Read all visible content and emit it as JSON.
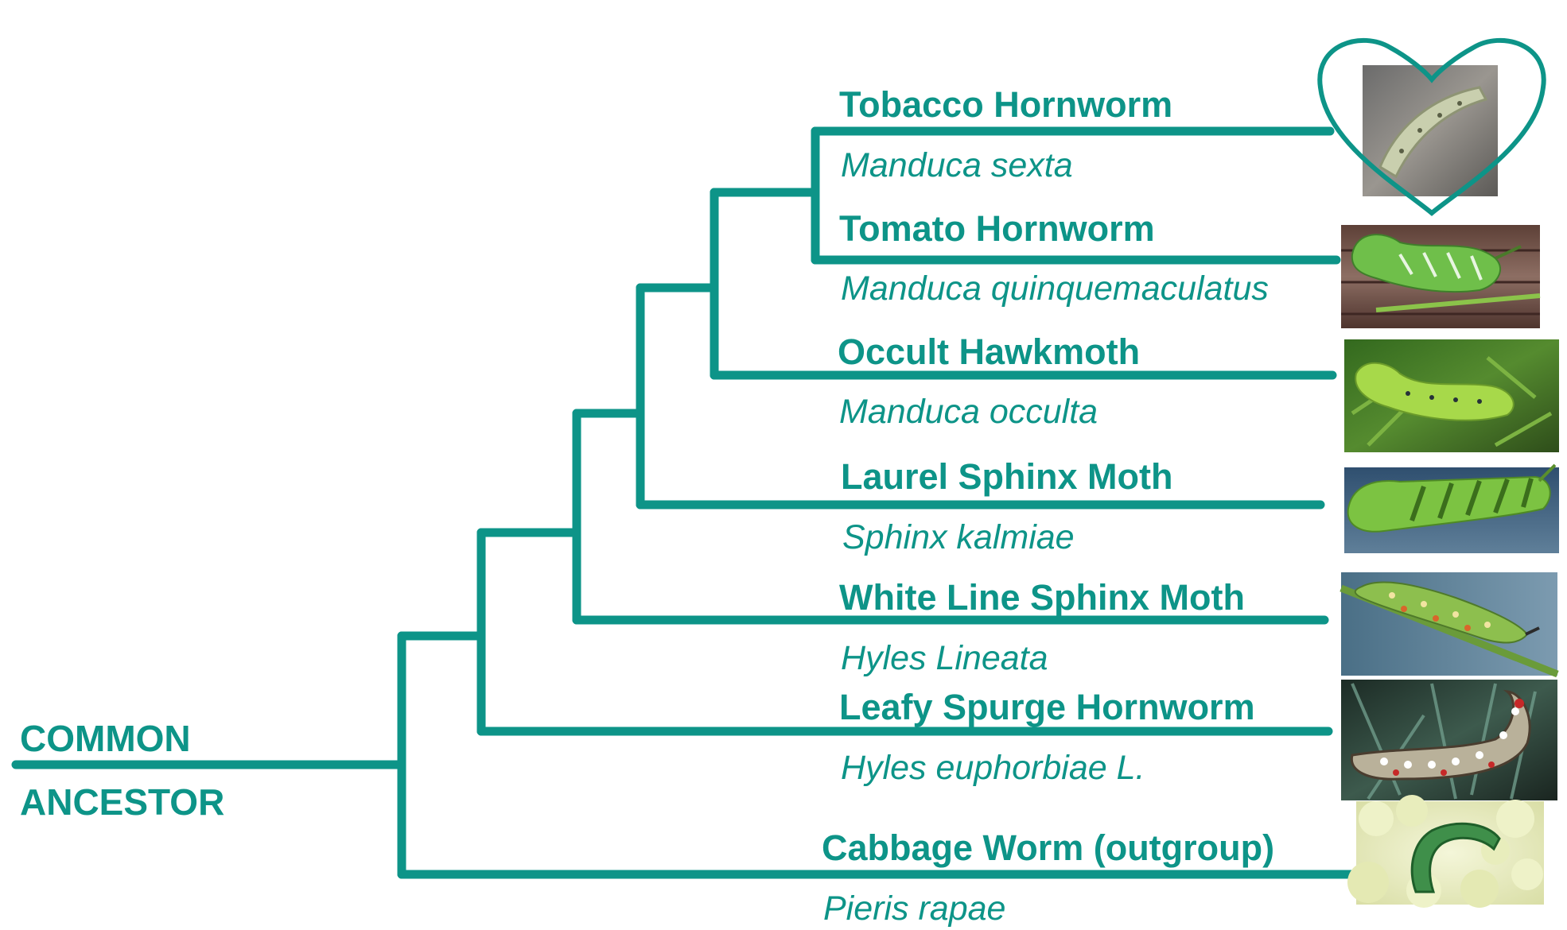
{
  "root_label": {
    "line1": "COMMON",
    "line2": "ANCESTOR"
  },
  "taxa": [
    {
      "common_name": "Tobacco Hornworm",
      "scientific_name": "Manduca sexta",
      "favorite": true
    },
    {
      "common_name": "Tomato Hornworm",
      "scientific_name": "Manduca quinquemaculatus",
      "favorite": false
    },
    {
      "common_name": "Occult Hawkmoth",
      "scientific_name": "Manduca occulta",
      "favorite": false
    },
    {
      "common_name": "Laurel Sphinx Moth",
      "scientific_name": "Sphinx kalmiae",
      "favorite": false
    },
    {
      "common_name": "White Line Sphinx Moth",
      "scientific_name": "Hyles Lineata",
      "favorite": false
    },
    {
      "common_name": "Leafy Spurge Hornworm",
      "scientific_name": "Hyles euphorbiae L.",
      "favorite": false
    },
    {
      "common_name": "Cabbage Worm (outgroup)",
      "scientific_name": "Pieris rapae",
      "favorite": false
    }
  ],
  "colors": {
    "branch": "#0d9488",
    "text": "#0d9488"
  }
}
